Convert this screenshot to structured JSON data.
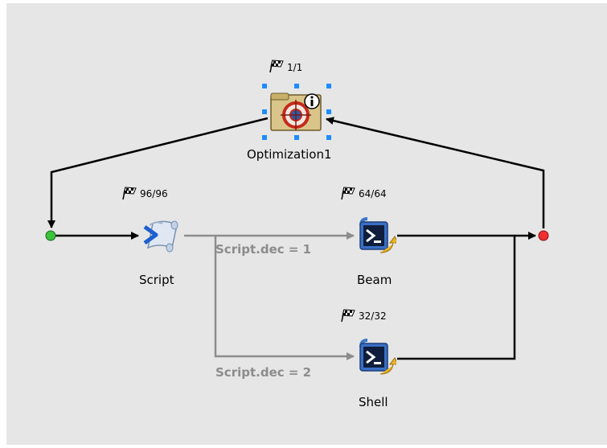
{
  "colors": {
    "background": "#e6e6e6",
    "flow_wire": "#000000",
    "conditional_wire": "#8c8c8c",
    "start_node": "#22aa22",
    "end_node": "#dd2222",
    "selection_handle": "#1e8cff"
  },
  "nodes": {
    "optimization": {
      "label": "Optimization1",
      "run_count": "1/1",
      "icon": "optimization-target-icon",
      "selected": true
    },
    "script": {
      "label": "Script",
      "run_count": "96/96",
      "icon": "script-scroll-icon"
    },
    "beam": {
      "label": "Beam",
      "run_count": "64/64",
      "icon": "shell-command-icon"
    },
    "shell": {
      "label": "Shell",
      "run_count": "32/32",
      "icon": "shell-command-icon"
    }
  },
  "conditions": {
    "beam": "Script.dec = 1",
    "shell": "Script.dec = 2"
  },
  "markers": {
    "start": "start-node",
    "end": "end-node"
  }
}
